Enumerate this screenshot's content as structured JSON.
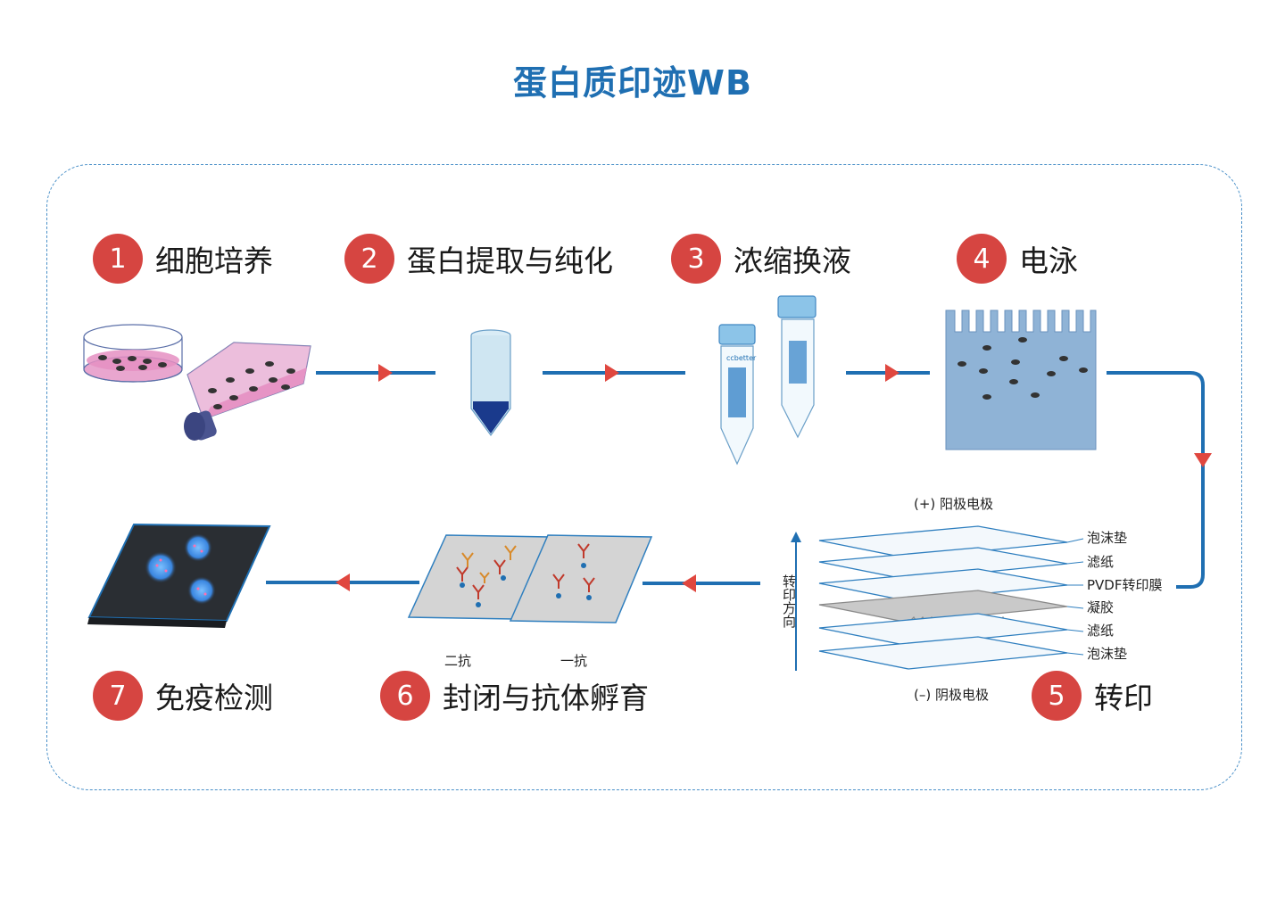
{
  "title": "蛋白质印迹WB",
  "steps": [
    {
      "num": "1",
      "label": "细胞培养"
    },
    {
      "num": "2",
      "label": "蛋白提取与纯化"
    },
    {
      "num": "3",
      "label": "浓缩换液"
    },
    {
      "num": "4",
      "label": "电泳"
    },
    {
      "num": "5",
      "label": "转印"
    },
    {
      "num": "6",
      "label": "封闭与抗体孵育"
    },
    {
      "num": "7",
      "label": "免疫检测"
    }
  ],
  "transfer": {
    "anode": "(+) 阳极电极",
    "cathode": "(–) 阴极电极",
    "direction": "转印方向",
    "layers": [
      "泡沫垫",
      "滤纸",
      "PVDF转印膜",
      "凝胶",
      "滤纸",
      "泡沫垫"
    ]
  },
  "antibody": {
    "secondary": "二抗",
    "primary": "一抗"
  },
  "tube_brand": "ccbetter",
  "colors": {
    "accent_blue": "#1f6fb2",
    "badge_red": "#d64541",
    "arrow_red": "#e0473f",
    "gel_blue": "#8fb3d6",
    "culture_pink": "#e58fc2",
    "membrane_dark": "#2a2e33",
    "glow_blue": "#3aa0ff"
  }
}
